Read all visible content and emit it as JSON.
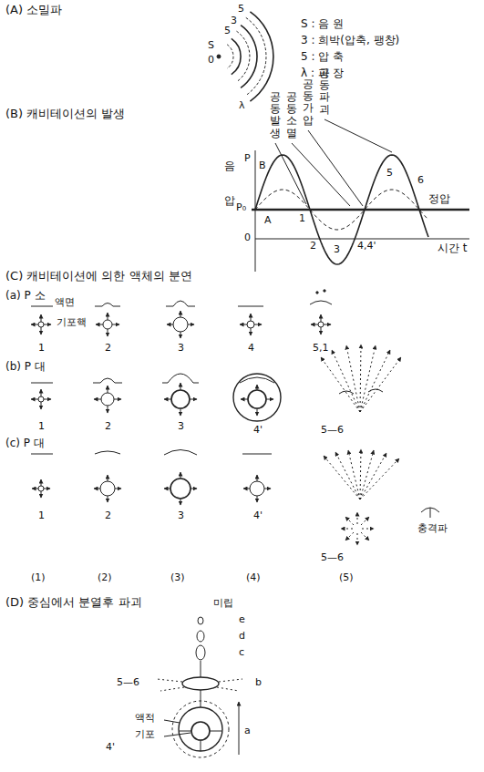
{
  "diagram": {
    "labels": [
      "(A) 소밀파",
      "S",
      "0",
      "5",
      "3",
      "5",
      "λ",
      "S : 음 원",
      "3 : 희박(압축, 팽창)",
      "5 : 압 축",
      "λ : 파 장",
      "(B) 캐비테이션의 발생",
      "공동발생",
      "공동소멸",
      "공동가압",
      "공동파괴",
      "음",
      "압",
      "P",
      "P₀",
      "0",
      "B",
      "A",
      "1",
      "2",
      "3",
      "4,4'",
      "5",
      "6",
      "정압",
      "시간 t",
      "(C) 캐비테이션에 의한 액체의 분연",
      "(a) P 소",
      "액면",
      "기포핵",
      "1",
      "2",
      "3",
      "4",
      "5,1",
      "(b) P 대",
      "1",
      "2",
      "3",
      "4'",
      "5—6",
      "(c) P 대",
      "1",
      "2",
      "3",
      "4'",
      "충격파",
      "5—6",
      "(1)",
      "(2)",
      "(3)",
      "(4)",
      "(5)",
      "(D) 중심에서 분열후 파괴",
      "미립",
      "e",
      "d",
      "c",
      "5—6",
      "b",
      "액적",
      "기포",
      "4'",
      "a"
    ]
  }
}
